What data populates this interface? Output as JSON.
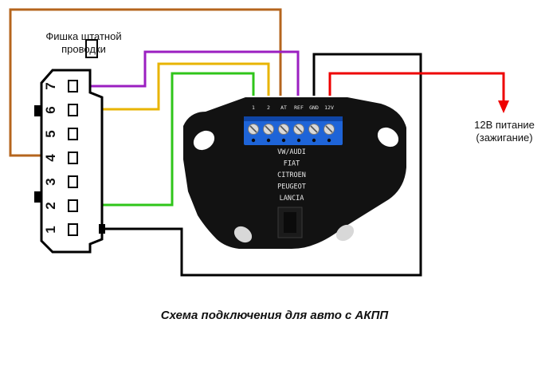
{
  "connector": {
    "title_line1": "Фишка штатной",
    "title_line2": "проводки",
    "pins": [
      "7",
      "6",
      "5",
      "4",
      "3",
      "2",
      "1"
    ]
  },
  "module": {
    "terminals": [
      "1",
      "2",
      "AT",
      "REF",
      "GND",
      "12V"
    ],
    "brands": [
      "VW/AUDI",
      "FIAT",
      "CITROEN",
      "PEUGEOT",
      "LANCIA"
    ]
  },
  "power": {
    "line1": "12В питание",
    "line2": "(зажигание)"
  },
  "caption": "Схема подключения для авто с АКПП",
  "colors": {
    "brown": "#b5651d",
    "purple": "#9b1fc1",
    "yellow": "#e8b400",
    "green": "#2fc51a",
    "black": "#000000",
    "red": "#ee0000"
  }
}
